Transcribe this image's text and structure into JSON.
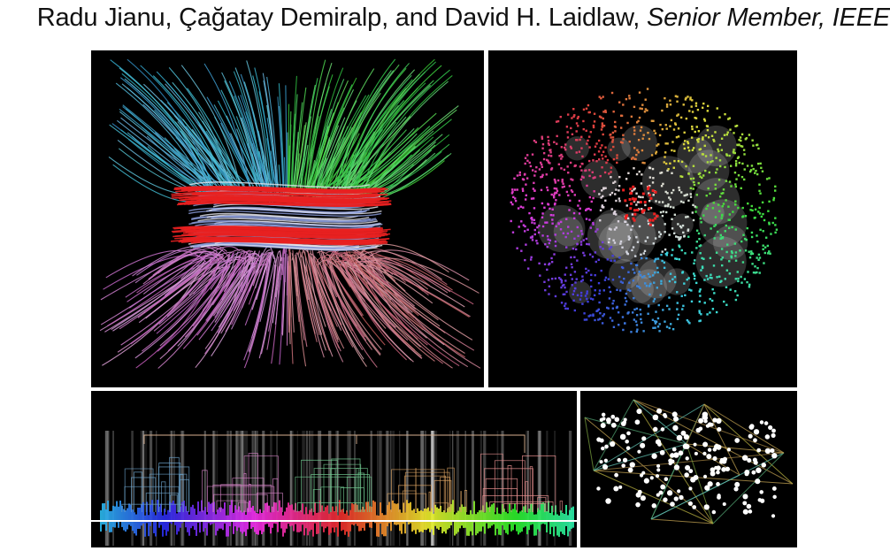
{
  "authors": {
    "names": "Radu Jianu, Çağatay Demiralp, and David H. Laidlaw, ",
    "membership": "Senior Member, IEEE"
  },
  "figure": {
    "panels": [
      {
        "id": "p1",
        "content": "tractography-tubes-image"
      },
      {
        "id": "p2",
        "content": "point-cloud-embedding-image"
      },
      {
        "id": "p3",
        "content": "dendrogram-image"
      },
      {
        "id": "p4",
        "content": "3d-point-hull-image"
      }
    ]
  },
  "colors": {
    "panel_background": "#000000",
    "page_background": "#ffffff",
    "text": "#111111"
  }
}
